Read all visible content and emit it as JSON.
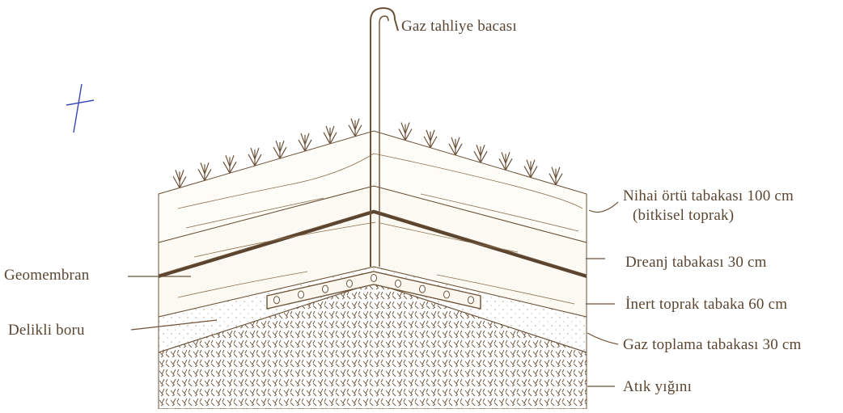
{
  "labels": {
    "vent": "Gaz tahliye bacası",
    "final_cover": "Nihai örtü tabakası 100 cm",
    "final_cover_sub": "(bitkisel toprak)",
    "drainage": "Dreanj tabakası 30 cm",
    "inert": "İnert toprak tabaka 60 cm",
    "gas_collection": "Gaz toplama tabakası 30 cm",
    "waste": "Atık yığını",
    "geomembrane": "Geomembran",
    "perforated_pipe": "Delikli boru"
  },
  "colors": {
    "line": "#6b5238",
    "membrane": "#5a4430",
    "text": "#5a4632",
    "mark": "#3a46b8",
    "fill": "#fbf7ee"
  },
  "icons": {
    "plants": "grass-tuft-icon",
    "pencil_mark": "pencil-mark-icon"
  }
}
